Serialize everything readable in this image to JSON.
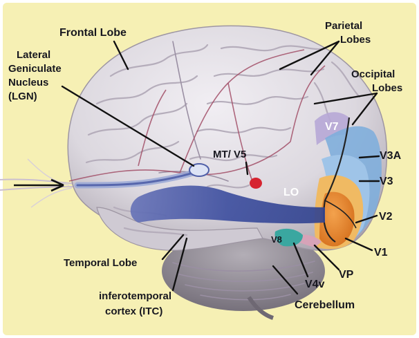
{
  "labels": {
    "frontal_lobe": "Frontal Lobe",
    "lgn_line1": "Lateral",
    "lgn_line2": "Geniculate",
    "lgn_line3": "Nucleus",
    "lgn_line4": "(LGN)",
    "parietal_line1": "Parietal",
    "parietal_line2": "Lobes",
    "occipital_line1": "Occipital",
    "occipital_line2": "Lobes",
    "v7": "V7",
    "mt_v5": "MT/ V5",
    "v3a": "V3A",
    "lo": "LO",
    "v3": "V3",
    "v2": "V2",
    "v8": "V8",
    "v1": "V1",
    "temporal_lobe": "Temporal Lobe",
    "vp": "VP",
    "v4v": "V4v",
    "itc_line1": "inferotemporal",
    "itc_line2": "cortex (ITC)",
    "cerebellum": "Cerebellum"
  },
  "colors": {
    "background": "#f6f0b4",
    "brain": "#dcd8df",
    "v1": "#e4832a",
    "v2": "#f0ba63",
    "v3": "#9fc4e8",
    "v3a": "#7faedc",
    "v7": "#b7a7d6",
    "v8": "#3aa7a0",
    "optic_pathway": "#3e4f9f",
    "mt_v5": "#d62430",
    "cerebellum": "#8b8690"
  }
}
